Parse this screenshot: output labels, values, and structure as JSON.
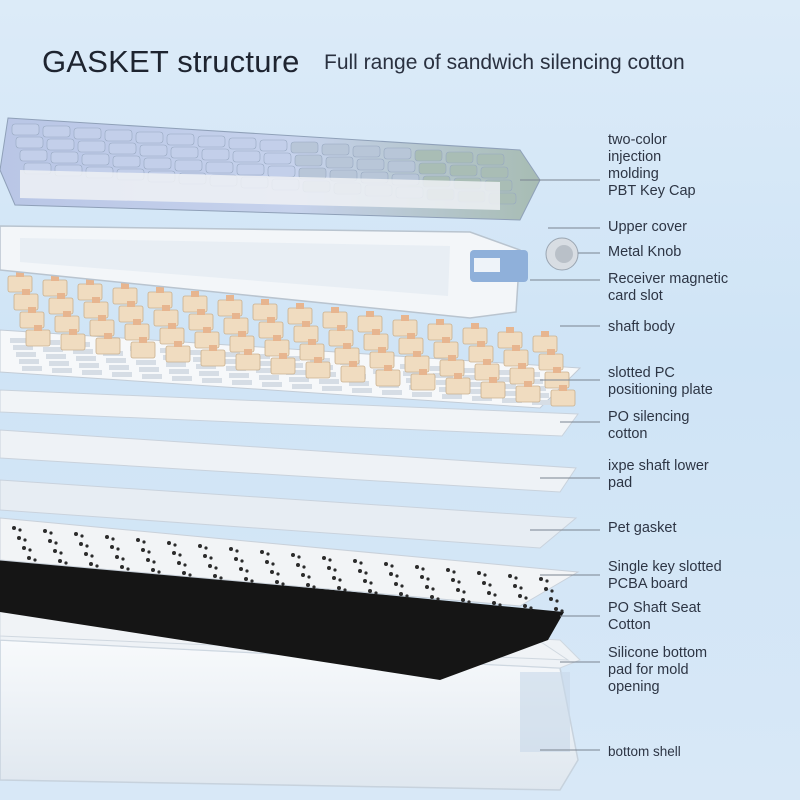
{
  "header": {
    "title": "GASKET structure",
    "subtitle": "Full range of sandwich silencing cotton"
  },
  "labels": [
    {
      "id": "pbt-keycap",
      "lines": [
        "two-color",
        "injection",
        "molding",
        "PBT Key Cap"
      ]
    },
    {
      "id": "upper-cover",
      "lines": [
        "Upper cover"
      ]
    },
    {
      "id": "metal-knob",
      "lines": [
        "Metal Knob"
      ]
    },
    {
      "id": "receiver-slot",
      "lines": [
        "Receiver magnetic",
        "card slot"
      ]
    },
    {
      "id": "shaft-body",
      "lines": [
        "shaft body"
      ]
    },
    {
      "id": "pc-plate",
      "lines": [
        "slotted PC",
        "positioning plate"
      ]
    },
    {
      "id": "po-cotton",
      "lines": [
        "PO silencing",
        "cotton"
      ]
    },
    {
      "id": "ixpe-pad",
      "lines": [
        "ixpe shaft lower",
        "pad"
      ]
    },
    {
      "id": "pet-gasket",
      "lines": [
        "Pet gasket"
      ]
    },
    {
      "id": "pcba-board",
      "lines": [
        "Single key slotted",
        "PCBA board"
      ]
    },
    {
      "id": "po-seat-cotton",
      "lines": [
        "PO Shaft Seat",
        "Cotton"
      ]
    },
    {
      "id": "silicone-pad",
      "lines": [
        "Silicone bottom",
        "pad for mold",
        "opening"
      ]
    },
    {
      "id": "bottom-shell",
      "lines": [
        "bottom shell"
      ]
    }
  ],
  "colors": {
    "keycap_blue": "#aebfe0",
    "keycap_green": "#a9bdb5",
    "switch_cream": "#f0dcc0",
    "pcb_black": "#141414",
    "plate_white": "#f4f6f8",
    "leader_line": "#7a8490"
  }
}
